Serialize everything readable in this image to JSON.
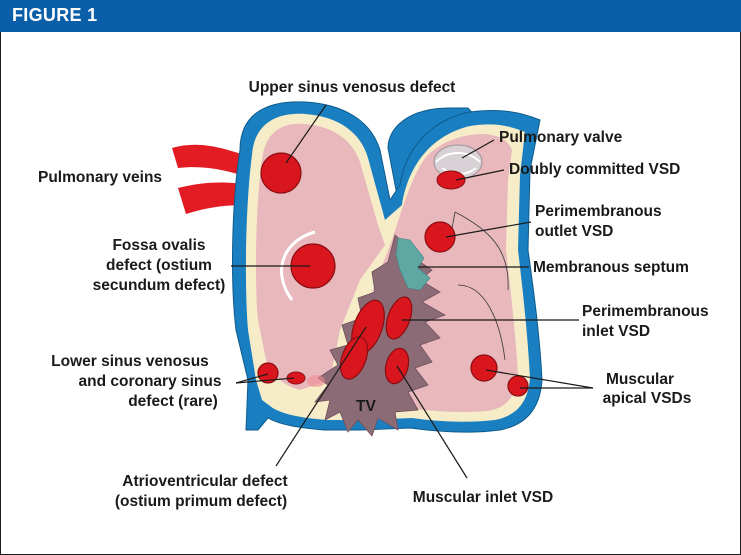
{
  "figure": {
    "title": "FIGURE 1"
  },
  "diagram": {
    "labels": {
      "upper_sinus": "Upper sinus venosus defect",
      "pulmonary_veins": "Pulmonary veins",
      "pulmonary_valve": "Pulmonary valve",
      "doubly_committed": "Doubly committed VSD",
      "perimem_outlet_1": "Perimembranous",
      "perimem_outlet_2": "outlet VSD",
      "membranous_septum": "Membranous septum",
      "fossa_1": "Fossa ovalis",
      "fossa_2": "defect (ostium",
      "fossa_3": "secundum defect)",
      "perimem_inlet_1": "Perimembranous",
      "perimem_inlet_2": "inlet VSD",
      "lower_sinus_1": "Lower sinus venosus",
      "lower_sinus_2": "and coronary sinus",
      "lower_sinus_3": "defect (rare)",
      "muscular_apical_1": "Muscular",
      "muscular_apical_2": "apical VSDs",
      "tv": "TV",
      "av_defect_1": "Atrioventricular defect",
      "av_defect_2": "(ostium primum defect)",
      "muscular_inlet": "Muscular inlet VSD"
    },
    "colors": {
      "header": "#0a5fa8",
      "wall": "#1a7fc0",
      "wall_inner": "#f6edc8",
      "chamber": "#e8b8bd",
      "septum": "#8b6c76",
      "defect": "#d9161d",
      "vein": "#e31b23",
      "membranous": "#5fa7a3"
    }
  }
}
